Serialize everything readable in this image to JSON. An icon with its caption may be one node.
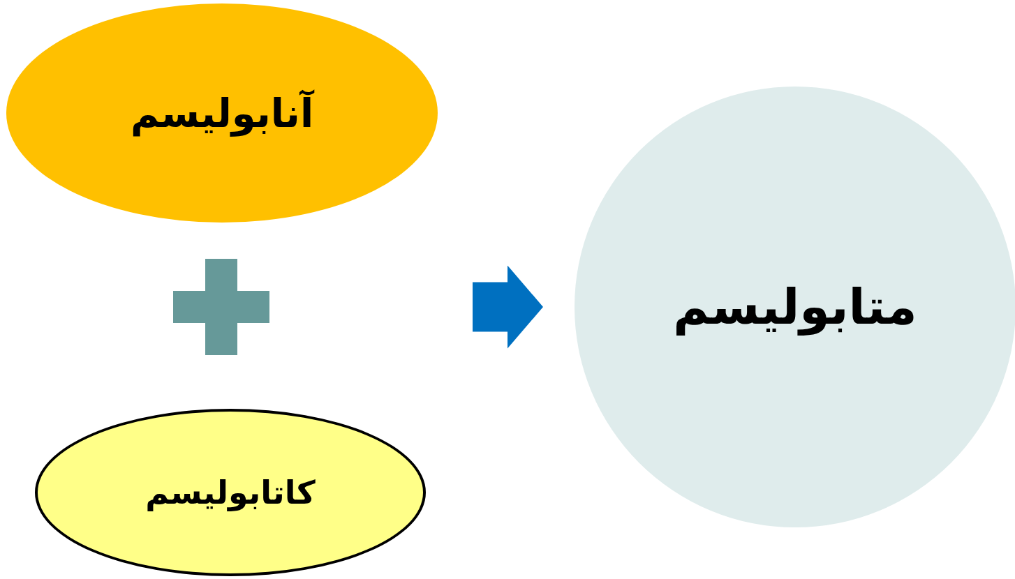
{
  "diagram": {
    "nodes": [
      {
        "text": [
          "آنابولیسم"
        ]
      },
      {
        "text": [
          "کاتابولیسم"
        ]
      },
      {
        "text": [],
        "shape": "plus"
      },
      {
        "text": [
          "متابولیسم"
        ]
      }
    ],
    "edges": [
      {
        "from": null,
        "to": 3,
        "arrow": "to"
      }
    ]
  }
}
